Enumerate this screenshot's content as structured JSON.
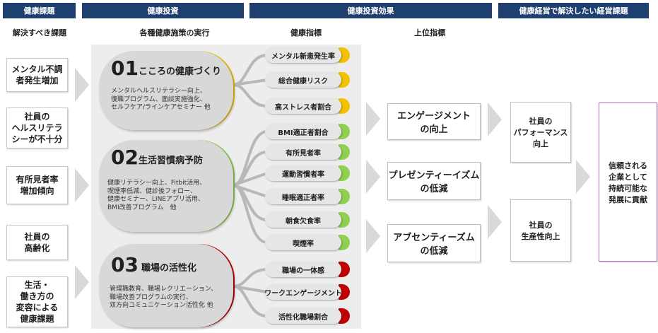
{
  "headers": {
    "col1": "健康課題",
    "col2": "健康投資",
    "col3": "健康投資効果",
    "col4": "健康経営で解決したい経営課題"
  },
  "subheaders": {
    "issues": "解決すべき課題",
    "measures": "各種健康施策の実行",
    "health_indicators": "健康指標",
    "upper_indicators": "上位指標"
  },
  "issues": [
    "メンタル不調\n者発生増加",
    "社員の\nヘルスリテラ\nシーが不十分",
    "有所見者率\n増加傾向",
    "社員の\n高齢化",
    "生活・\n働き方の\n変容による\n健康課題"
  ],
  "measures": [
    {
      "num": "01",
      "title": "こころの健康づくり",
      "body": "メンタルヘルスリテラシー向上、\n復職プログラム、面談実施強化、\nセルフケア/ラインケアセミナー 他",
      "color": "#f2c200"
    },
    {
      "num": "02",
      "title": "生活習慣病予防",
      "body": "健康リテラシー向上、Fitbit活用、\n喫煙率低減、健診後フォロー、\n健康セミナー、LINEアプリ活用、\nBMI改善プログラム　他",
      "color": "#8fd14f"
    },
    {
      "num": "03",
      "title": "職場の活性化",
      "body": "管理職教育、職場レクリエーション、\n職場改善プログラムの実行、\n双方向コミュニケーション活性化 他",
      "color": "#c00000"
    }
  ],
  "indicators": [
    {
      "label": "メンタル新患発生率",
      "color": "#f2c200"
    },
    {
      "label": "総合健康リスク",
      "color": "#f2c200"
    },
    {
      "label": "高ストレス者割合",
      "color": "#f2c200"
    },
    {
      "label": "BMI適正者割合",
      "color": "#8fd14f"
    },
    {
      "label": "有所見者率",
      "color": "#8fd14f"
    },
    {
      "label": "運動習慣者率",
      "color": "#8fd14f"
    },
    {
      "label": "睡眠適正者率",
      "color": "#8fd14f"
    },
    {
      "label": "朝食欠食率",
      "color": "#8fd14f"
    },
    {
      "label": "喫煙率",
      "color": "#8fd14f"
    },
    {
      "label": "職場の一体感",
      "color": "#c00000"
    },
    {
      "label": "ワークエンゲージメント",
      "color": "#c00000"
    },
    {
      "label": "活性化職場割合",
      "color": "#c00000"
    }
  ],
  "upper": [
    "エンゲージメント\nの向上",
    "プレゼンティーイズム\nの低減",
    "アブセンティーズム\nの低減"
  ],
  "performance": [
    "社員の\nパフォーマンス\n向上",
    "社員の\n生産性向上"
  ],
  "goal": "信頼される\n企業として\n持続可能な\n発展に貢献",
  "colors": {
    "header_bg": "#1f3f6e",
    "goal_border": "#c060c0"
  }
}
